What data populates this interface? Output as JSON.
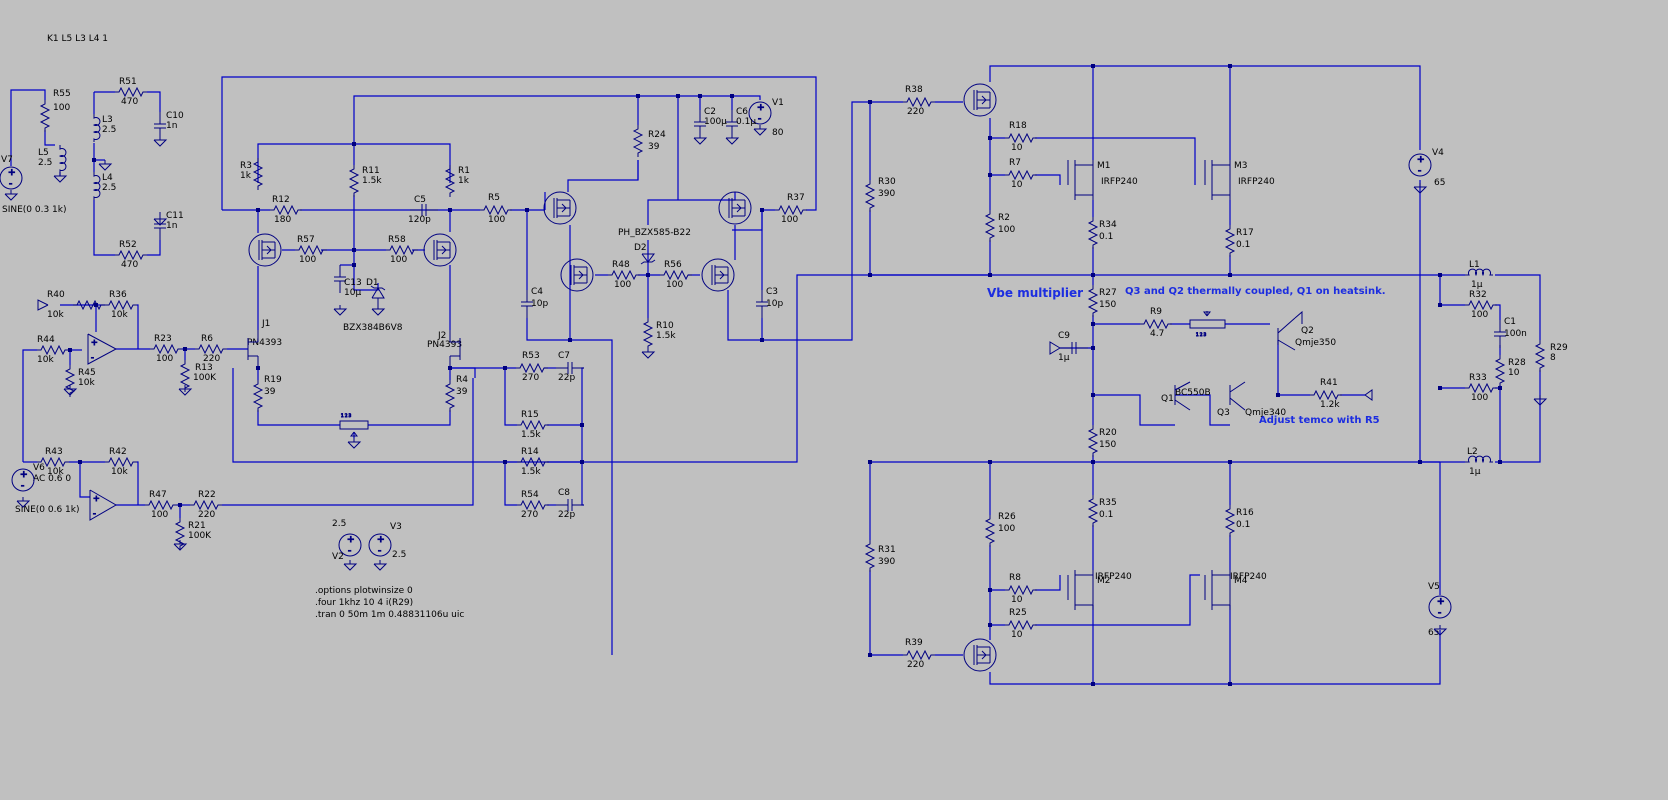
{
  "colors": {
    "background": "#c0c0c0",
    "wire": "#0000c8",
    "component": "#000080",
    "annotation": "#1c2de0",
    "text": "#000000"
  },
  "labels": {
    "coupling": "K1 L5 L3 L4 1",
    "vbe": "Vbe multiplier",
    "thermal": "Q3 and Q2 thermally coupled, Q1 on heatsink.",
    "adjust": "Adjust temco with R5",
    "opt1": ".options plotwinsize 0",
    "opt2": ".four 1khz 10 4 i(R29)",
    "opt3": ".tran 0 50m 1m 0.48831106u uic",
    "sine_v7": "SINE(0 0.3 1k)",
    "sine_v6": "SINE(0 0.6 1k)",
    "ac_v6": "AC 0.6 0",
    "zener_d1": "BZX384B6V8",
    "zener_d2": "PH_BZX585-B22",
    "jfet_model": "PN4393"
  },
  "components": [
    {
      "id": "R55",
      "name": "R55",
      "value": "100"
    },
    {
      "id": "L5",
      "name": "L5",
      "value": "2.5"
    },
    {
      "id": "V7",
      "name": "V7",
      "value": ""
    },
    {
      "id": "R51",
      "name": "R51",
      "value": "470"
    },
    {
      "id": "L3",
      "name": "L3",
      "value": "2.5"
    },
    {
      "id": "L4",
      "name": "L4",
      "value": "2.5"
    },
    {
      "id": "R52",
      "name": "R52",
      "value": "470"
    },
    {
      "id": "C10",
      "name": "C10",
      "value": "1n"
    },
    {
      "id": "C11",
      "name": "C11",
      "value": "1n"
    },
    {
      "id": "R40",
      "name": "R40",
      "value": "10k"
    },
    {
      "id": "R36",
      "name": "R36",
      "value": "10k"
    },
    {
      "id": "R44",
      "name": "R44",
      "value": "10k"
    },
    {
      "id": "R45",
      "name": "R45",
      "value": "10k"
    },
    {
      "id": "R23",
      "name": "R23",
      "value": "100"
    },
    {
      "id": "R6",
      "name": "R6",
      "value": "220"
    },
    {
      "id": "R13",
      "name": "R13",
      "value": "100K"
    },
    {
      "id": "R43",
      "name": "R43",
      "value": "10k"
    },
    {
      "id": "R42",
      "name": "R42",
      "value": "10k"
    },
    {
      "id": "V6",
      "name": "V6",
      "value": ""
    },
    {
      "id": "R47",
      "name": "R47",
      "value": "100"
    },
    {
      "id": "R22",
      "name": "R22",
      "value": "220"
    },
    {
      "id": "R21",
      "name": "R21",
      "value": "100K"
    },
    {
      "id": "R3",
      "name": "R3",
      "value": "1k"
    },
    {
      "id": "R12",
      "name": "R12",
      "value": "180"
    },
    {
      "id": "R11",
      "name": "R11",
      "value": "1.5k"
    },
    {
      "id": "R1",
      "name": "R1",
      "value": "1k"
    },
    {
      "id": "C5",
      "name": "C5",
      "value": "120p"
    },
    {
      "id": "R57",
      "name": "R57",
      "value": "100"
    },
    {
      "id": "R58",
      "name": "R58",
      "value": "100"
    },
    {
      "id": "C13",
      "name": "C13",
      "value": "10µ"
    },
    {
      "id": "D1",
      "name": "D1",
      "value": ""
    },
    {
      "id": "J1",
      "name": "J1",
      "value": ""
    },
    {
      "id": "J2",
      "name": "J2",
      "value": ""
    },
    {
      "id": "R19",
      "name": "R19",
      "value": "39"
    },
    {
      "id": "R4",
      "name": "R4",
      "value": "39"
    },
    {
      "id": "R5",
      "name": "R5",
      "value": "100"
    },
    {
      "id": "R24",
      "name": "R24",
      "value": "39"
    },
    {
      "id": "C2",
      "name": "C2",
      "value": "100µ"
    },
    {
      "id": "C6",
      "name": "C6",
      "value": "0.1µ"
    },
    {
      "id": "V1",
      "name": "V1",
      "value": "80"
    },
    {
      "id": "D2",
      "name": "D2",
      "value": ""
    },
    {
      "id": "R48",
      "name": "R48",
      "value": "100"
    },
    {
      "id": "R56",
      "name": "R56",
      "value": "100"
    },
    {
      "id": "R10",
      "name": "R10",
      "value": "1.5k"
    },
    {
      "id": "C4",
      "name": "C4",
      "value": "10p"
    },
    {
      "id": "C3",
      "name": "C3",
      "value": "10p"
    },
    {
      "id": "R37",
      "name": "R37",
      "value": "100"
    },
    {
      "id": "R53",
      "name": "R53",
      "value": "270"
    },
    {
      "id": "C7",
      "name": "C7",
      "value": "22p"
    },
    {
      "id": "R15",
      "name": "R15",
      "value": "1.5k"
    },
    {
      "id": "R14",
      "name": "R14",
      "value": "1.5k"
    },
    {
      "id": "R54",
      "name": "R54",
      "value": "270"
    },
    {
      "id": "C8",
      "name": "C8",
      "value": "22p"
    },
    {
      "id": "V2",
      "name": "V2",
      "value": "2.5"
    },
    {
      "id": "V3",
      "name": "V3",
      "value": "2.5"
    },
    {
      "id": "R38",
      "name": "R38",
      "value": "220"
    },
    {
      "id": "R30",
      "name": "R30",
      "value": "390"
    },
    {
      "id": "R31",
      "name": "R31",
      "value": "390"
    },
    {
      "id": "R39",
      "name": "R39",
      "value": "220"
    },
    {
      "id": "R18",
      "name": "R18",
      "value": "10"
    },
    {
      "id": "R7",
      "name": "R7",
      "value": "10"
    },
    {
      "id": "M1",
      "name": "M1",
      "value": "IRFP240"
    },
    {
      "id": "M3",
      "name": "M3",
      "value": "IRFP240"
    },
    {
      "id": "R2",
      "name": "R2",
      "value": "100"
    },
    {
      "id": "R34",
      "name": "R34",
      "value": "0.1"
    },
    {
      "id": "R17",
      "name": "R17",
      "value": "0.1"
    },
    {
      "id": "V4",
      "name": "V4",
      "value": "65"
    },
    {
      "id": "R27",
      "name": "R27",
      "value": "150"
    },
    {
      "id": "R9",
      "name": "R9",
      "value": "4.7"
    },
    {
      "id": "C9",
      "name": "C9",
      "value": "1µ"
    },
    {
      "id": "Q1",
      "name": "Q1",
      "value": "BC550B"
    },
    {
      "id": "Q2",
      "name": "Q2",
      "value": "Qmje350"
    },
    {
      "id": "Q3",
      "name": "Q3",
      "value": "Qmje340"
    },
    {
      "id": "R41",
      "name": "R41",
      "value": "1.2k"
    },
    {
      "id": "R20",
      "name": "R20",
      "value": "150"
    },
    {
      "id": "R35",
      "name": "R35",
      "value": "0.1"
    },
    {
      "id": "R16",
      "name": "R16",
      "value": "0.1"
    },
    {
      "id": "R26",
      "name": "R26",
      "value": "100"
    },
    {
      "id": "R8",
      "name": "R8",
      "value": "10"
    },
    {
      "id": "R25",
      "name": "R25",
      "value": "10"
    },
    {
      "id": "M2",
      "name": "M2",
      "value": "IRFP240"
    },
    {
      "id": "M4",
      "name": "M4",
      "value": "IRFP240"
    },
    {
      "id": "V5",
      "name": "V5",
      "value": "65"
    },
    {
      "id": "L1",
      "name": "L1",
      "value": "1µ"
    },
    {
      "id": "R32",
      "name": "R32",
      "value": "100"
    },
    {
      "id": "C1",
      "name": "C1",
      "value": "100n"
    },
    {
      "id": "R28",
      "name": "R28",
      "value": "10"
    },
    {
      "id": "R29",
      "name": "R29",
      "value": "8"
    },
    {
      "id": "R33",
      "name": "R33",
      "value": "100"
    },
    {
      "id": "L2",
      "name": "L2",
      "value": "1µ"
    }
  ]
}
